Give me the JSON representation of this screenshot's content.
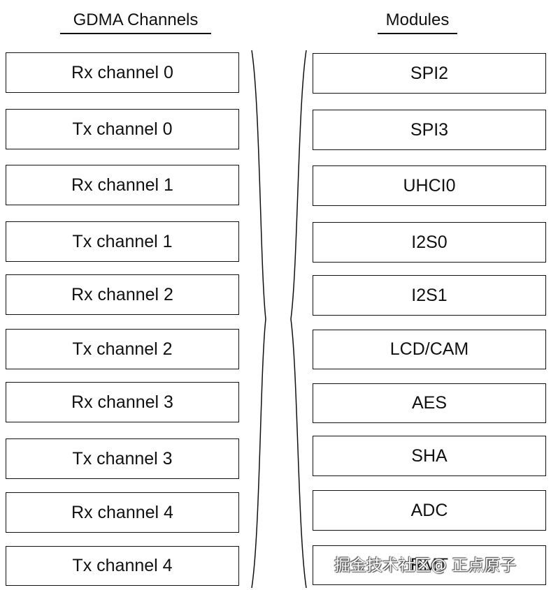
{
  "headings": {
    "left": "GDMA Channels",
    "right": "Modules"
  },
  "channels": [
    "Rx channel 0",
    "Tx channel 0",
    "Rx channel 1",
    "Tx channel 1",
    "Rx channel 2",
    "Tx channel 2",
    "Rx channel 3",
    "Tx channel 3",
    "Rx channel 4",
    "Tx channel 4"
  ],
  "modules": [
    "SPI2",
    "SPI3",
    "UHCI0",
    "I2S0",
    "I2S1",
    "LCD/CAM",
    "AES",
    "SHA",
    "ADC",
    "RMT"
  ],
  "watermark": "掘金技术社区@ 正点原子"
}
